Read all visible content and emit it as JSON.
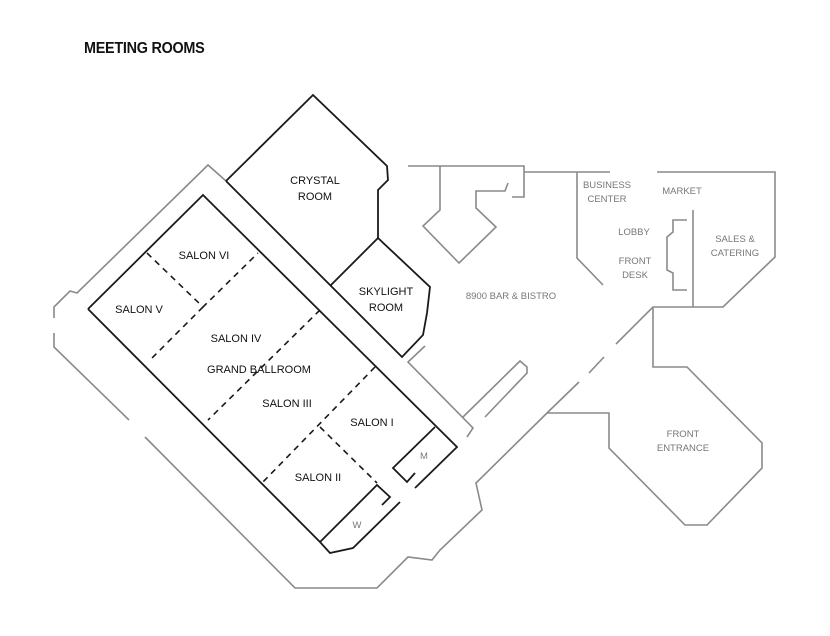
{
  "title": "MEETING ROOMS",
  "rooms": {
    "crystal": [
      "CRYSTAL",
      "ROOM"
    ],
    "skylight": [
      "SKYLIGHT",
      "ROOM"
    ],
    "salon_vi": "SALON VI",
    "salon_v": "SALON V",
    "salon_iv": "SALON IV",
    "grand_ballroom": "GRAND BALLROOM",
    "salon_iii": "SALON III",
    "salon_i": "SALON I",
    "salon_ii": "SALON II",
    "m": "M",
    "w": "W"
  },
  "areas": {
    "bar": "8900 BAR & BISTRO",
    "business": [
      "BUSINESS",
      "CENTER"
    ],
    "market": "MARKET",
    "lobby": "LOBBY",
    "front_desk": [
      "FRONT",
      "DESK"
    ],
    "sales": [
      "SALES &",
      "CATERING"
    ],
    "entrance": [
      "FRONT",
      "ENTRANCE"
    ]
  },
  "colors": {
    "room_line": "#1a1a1a",
    "building_line": "#8a8a8a"
  }
}
